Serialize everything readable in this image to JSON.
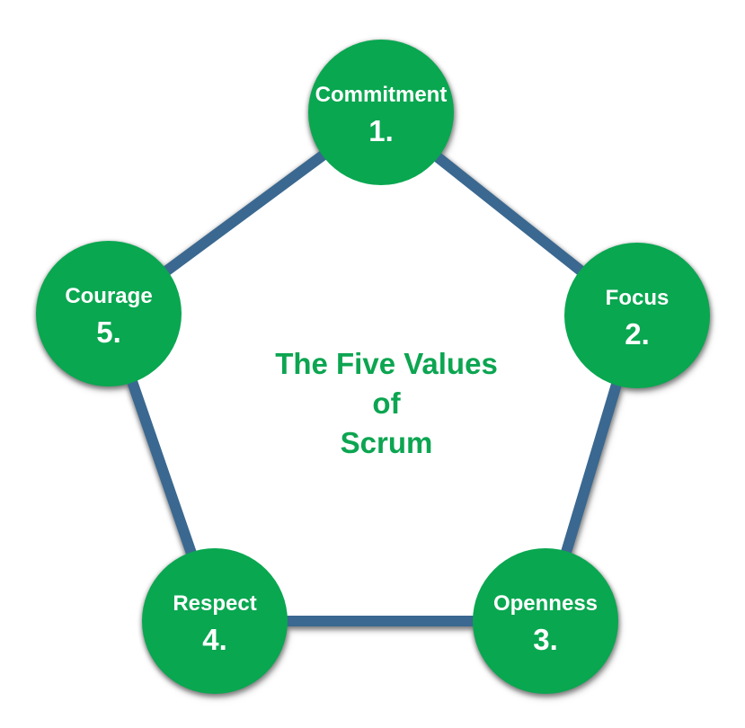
{
  "title": {
    "line1": "The Five Values",
    "line2": "of",
    "line3": "Scrum"
  },
  "values": [
    {
      "label": "Commitment",
      "number": "1."
    },
    {
      "label": "Focus",
      "number": "2."
    },
    {
      "label": "Openness",
      "number": "3."
    },
    {
      "label": "Respect",
      "number": "4."
    },
    {
      "label": "Courage",
      "number": "5."
    }
  ],
  "colors": {
    "circle_green": "#09A750",
    "pentagon_blue": "#3A6890",
    "title_green": "#0CA551",
    "circle_text": "#FFFFFF",
    "shadow_gray": "#6E6E6E"
  }
}
